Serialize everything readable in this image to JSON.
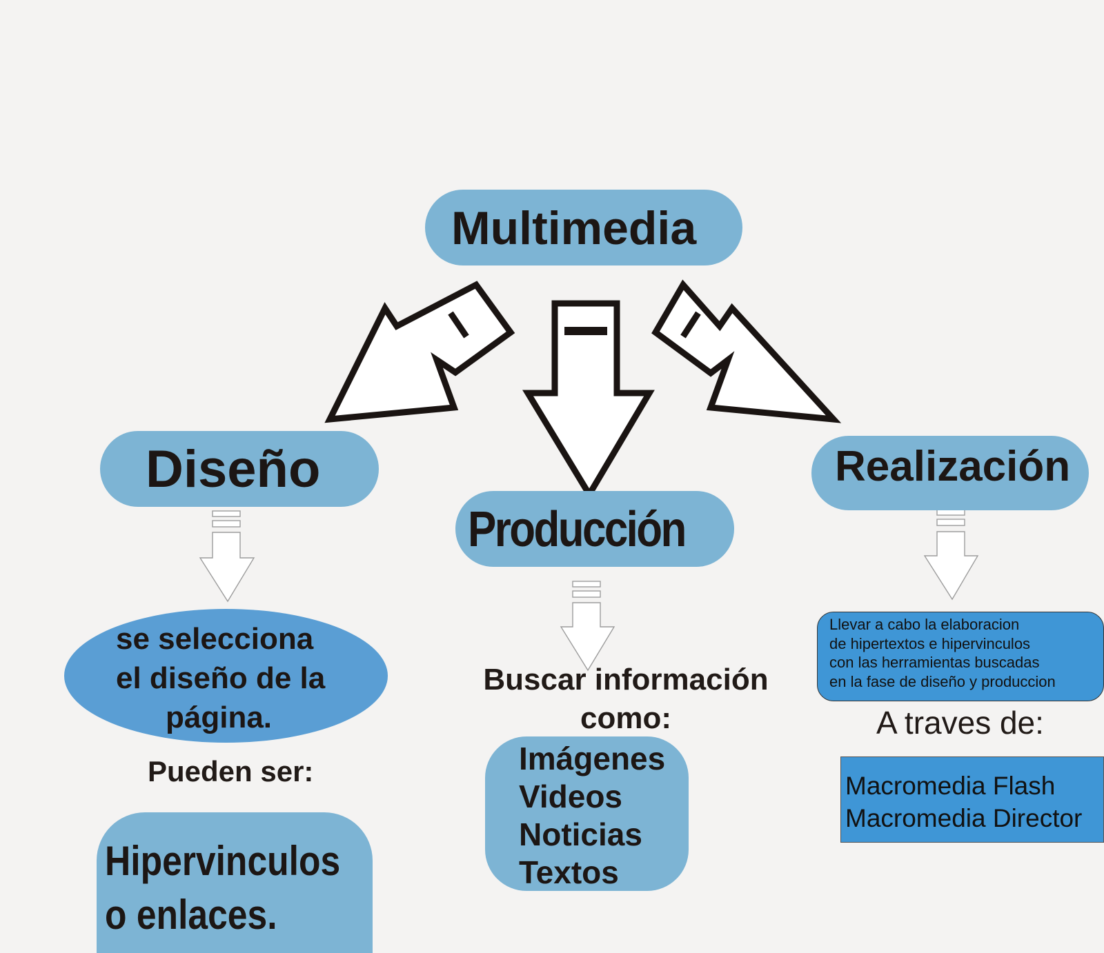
{
  "colors": {
    "light_blue": "#7db4d4",
    "mid_blue": "#5a9ed4",
    "strong_blue": "#3f96d6",
    "background": "#f4f3f2",
    "text": "#1c1614"
  },
  "root": {
    "label": "Multimedia"
  },
  "phases": {
    "diseno": {
      "label": "Diseño",
      "description": [
        "se selecciona",
        "el diseño de la",
        "página."
      ],
      "connector": "Pueden ser:",
      "result": [
        "Hipervinculos",
        "o enlaces."
      ]
    },
    "produccion": {
      "label": "Producción",
      "connector": [
        "Buscar información",
        "como:"
      ],
      "items": [
        "Imágenes",
        "Videos",
        "Noticias",
        "Textos"
      ]
    },
    "realizacion": {
      "label": "Realización",
      "description": [
        "Llevar a cabo la elaboracion",
        "de hipertextos e hipervinculos",
        "con las herramientas buscadas",
        "en la fase de diseño y produccion"
      ],
      "connector": "A traves de:",
      "tools": [
        "Macromedia Flash",
        "Macromedia Director"
      ]
    }
  }
}
